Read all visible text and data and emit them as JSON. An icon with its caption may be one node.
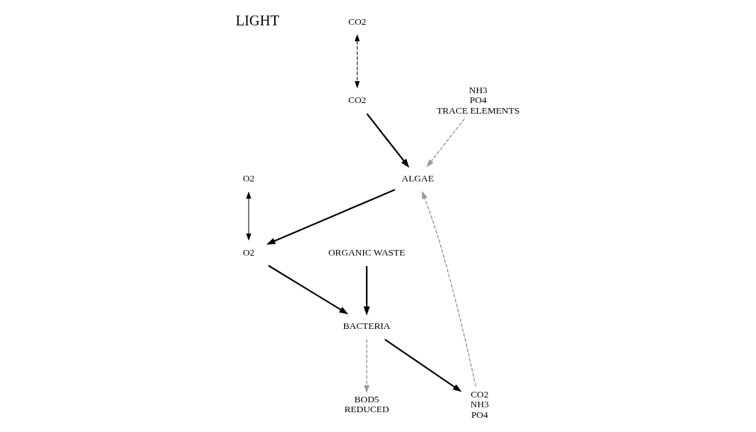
{
  "diagram": {
    "nodes": [
      {
        "text": [
          "CO2"
        ]
      },
      {
        "text": [
          "CO2"
        ]
      },
      {
        "text": [
          "O2"
        ]
      },
      {
        "text": [
          "O2"
        ]
      },
      {
        "text": [
          "ORGANIC WASTE"
        ]
      },
      {
        "text": [
          "ALGAE"
        ]
      },
      {
        "text": [
          "BACTERIA"
        ]
      },
      {
        "text": [
          "NH3",
          "PO4",
          "TRACE ELEMENTS"
        ]
      },
      {
        "text": [
          "CO2",
          "NH3",
          "PO4"
        ]
      },
      {
        "text": [
          "BOD5",
          "REDUCED"
        ]
      }
    ],
    "edges": [
      {
        "from": 0,
        "to": 1,
        "arrow": "both",
        "style": "dashed"
      },
      {
        "from": 2,
        "to": 3,
        "arrow": "both"
      },
      {
        "from": 1,
        "to": 5,
        "arrow": "to"
      },
      {
        "from": 5,
        "to": 3,
        "arrow": "to"
      },
      {
        "from": 3,
        "to": 6,
        "arrow": "to"
      },
      {
        "from": 4,
        "to": 6,
        "arrow": "to"
      },
      {
        "from": 7,
        "to": 5,
        "arrow": "to",
        "style": "dashed",
        "color": "#999999"
      },
      {
        "from": 8,
        "to": 5,
        "arrow": "to",
        "style": "dashed",
        "color": "#999999"
      },
      {
        "from": 6,
        "to": 8,
        "arrow": "to"
      },
      {
        "from": 6,
        "to": 9,
        "arrow": "to",
        "style": "dashed",
        "color": "#999999"
      }
    ],
    "labels": [
      "LIGHT"
    ]
  }
}
